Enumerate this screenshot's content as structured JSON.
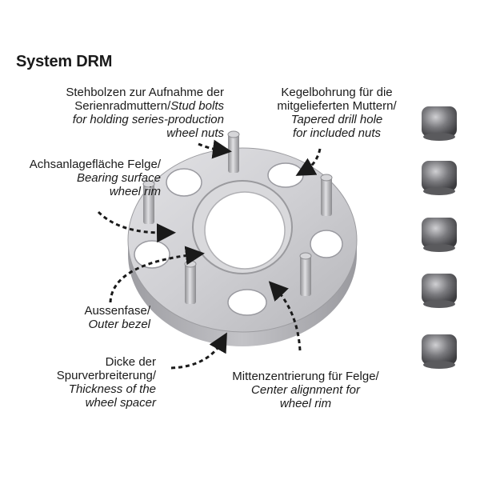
{
  "title": "System DRM",
  "labels": {
    "stud_bolts": {
      "line1": "Stehbolzen zur Aufnahme der",
      "line2_plain": "Serienradmuttern/",
      "line2_italic": "Stud bolts",
      "line3": "for holding series-production",
      "line4": "wheel nuts"
    },
    "tapered_hole": {
      "line1": "Kegelbohrung für die",
      "line2": "mitgelieferten Muttern/",
      "line3": "Tapered drill hole",
      "line4": "for included nuts"
    },
    "bearing_surface": {
      "line1": "Achsanlagefläche Felge/",
      "line2": "Bearing surface",
      "line3": "wheel rim"
    },
    "outer_bezel": {
      "line1": "Aussenfase/",
      "line2": "Outer bezel"
    },
    "thickness": {
      "line1": "Dicke der",
      "line2": "Spurverbreiterung/",
      "line3": "Thickness of the",
      "line4": "wheel spacer"
    },
    "center_alignment": {
      "line1": "Mittenzentrierung für Felge/",
      "line2": "Center alignment for",
      "line3": "wheel rim"
    }
  },
  "colors": {
    "spacer_face": "#c9c9cc",
    "spacer_side": "#a9a9ad",
    "stud": "#b8b8bc",
    "nut": "#6f6f72",
    "arrow": "#1a1a1a"
  }
}
